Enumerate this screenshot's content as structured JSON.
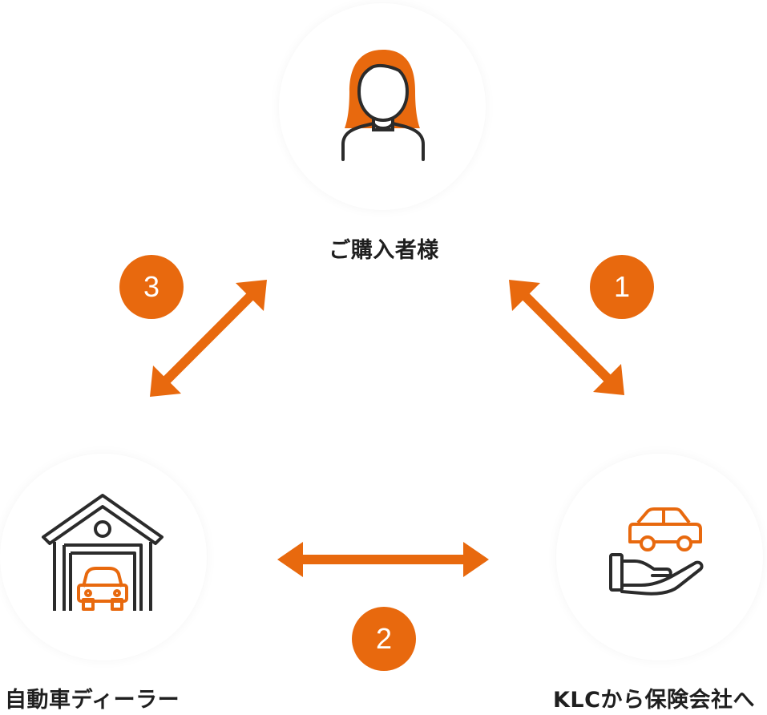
{
  "colors": {
    "accent": "#e8690e",
    "icon_line": "#2b2b2b",
    "label_text": "#1f1f1f",
    "circle_bg": "#ffffff"
  },
  "nodes": {
    "customer": {
      "label": "ご購入者様",
      "icon": "person-icon"
    },
    "dealer": {
      "label": "自動車ディーラー",
      "icon": "garage-car-icon"
    },
    "insurer": {
      "label": "KLCから保険会社へ",
      "icon": "hand-car-icon"
    }
  },
  "steps": [
    {
      "number": "1",
      "connects": [
        "customer",
        "insurer"
      ]
    },
    {
      "number": "2",
      "connects": [
        "dealer",
        "insurer"
      ]
    },
    {
      "number": "3",
      "connects": [
        "dealer",
        "customer"
      ]
    }
  ]
}
